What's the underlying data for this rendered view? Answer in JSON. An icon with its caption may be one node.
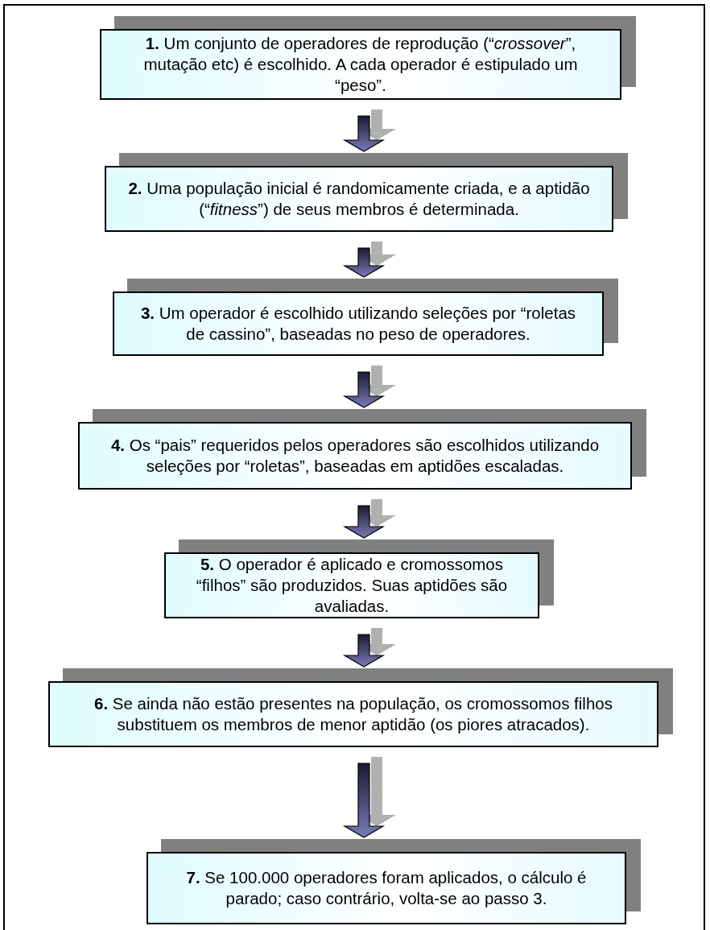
{
  "diagram": {
    "nodes": [
      {
        "text": [
          "**1.** Um conjunto de operadores de reprodução (“*crossover*”, mutação etc) é escolhido. A cada operador é estipulado um “peso”."
        ]
      },
      {
        "text": [
          "**2.** Uma população inicial é randomicamente criada, e a aptidão (“*fitness*”) de seus membros é determinada."
        ]
      },
      {
        "text": [
          "**3.** Um operador é escolhido utilizando seleções por “roletas de cassino”, baseadas no peso de operadores."
        ]
      },
      {
        "text": [
          "**4.** Os “pais” requeridos pelos operadores são escolhidos utilizando seleções por “roletas”, baseadas em aptidões escaladas."
        ]
      },
      {
        "text": [
          "**5.** O operador é aplicado e cromossomos “filhos” são produzidos. Suas aptidões são avaliadas."
        ]
      },
      {
        "text": [
          "**6.** Se ainda não estão presentes na população, os cromossomos filhos substituem os membros de menor aptidão (os piores atracados)."
        ]
      },
      {
        "text": [
          "**7.** Se 100.000 operadores foram aplicados, o cálculo é parado; caso contrário, volta-se ao passo 3."
        ]
      }
    ],
    "edges": [
      {
        "from": 0,
        "to": 1,
        "arrow": "to"
      },
      {
        "from": 1,
        "to": 2,
        "arrow": "to"
      },
      {
        "from": 2,
        "to": 3,
        "arrow": "to"
      },
      {
        "from": 3,
        "to": 4,
        "arrow": "to"
      },
      {
        "from": 4,
        "to": 5,
        "arrow": "to"
      },
      {
        "from": 5,
        "to": 6,
        "arrow": "to"
      }
    ]
  }
}
